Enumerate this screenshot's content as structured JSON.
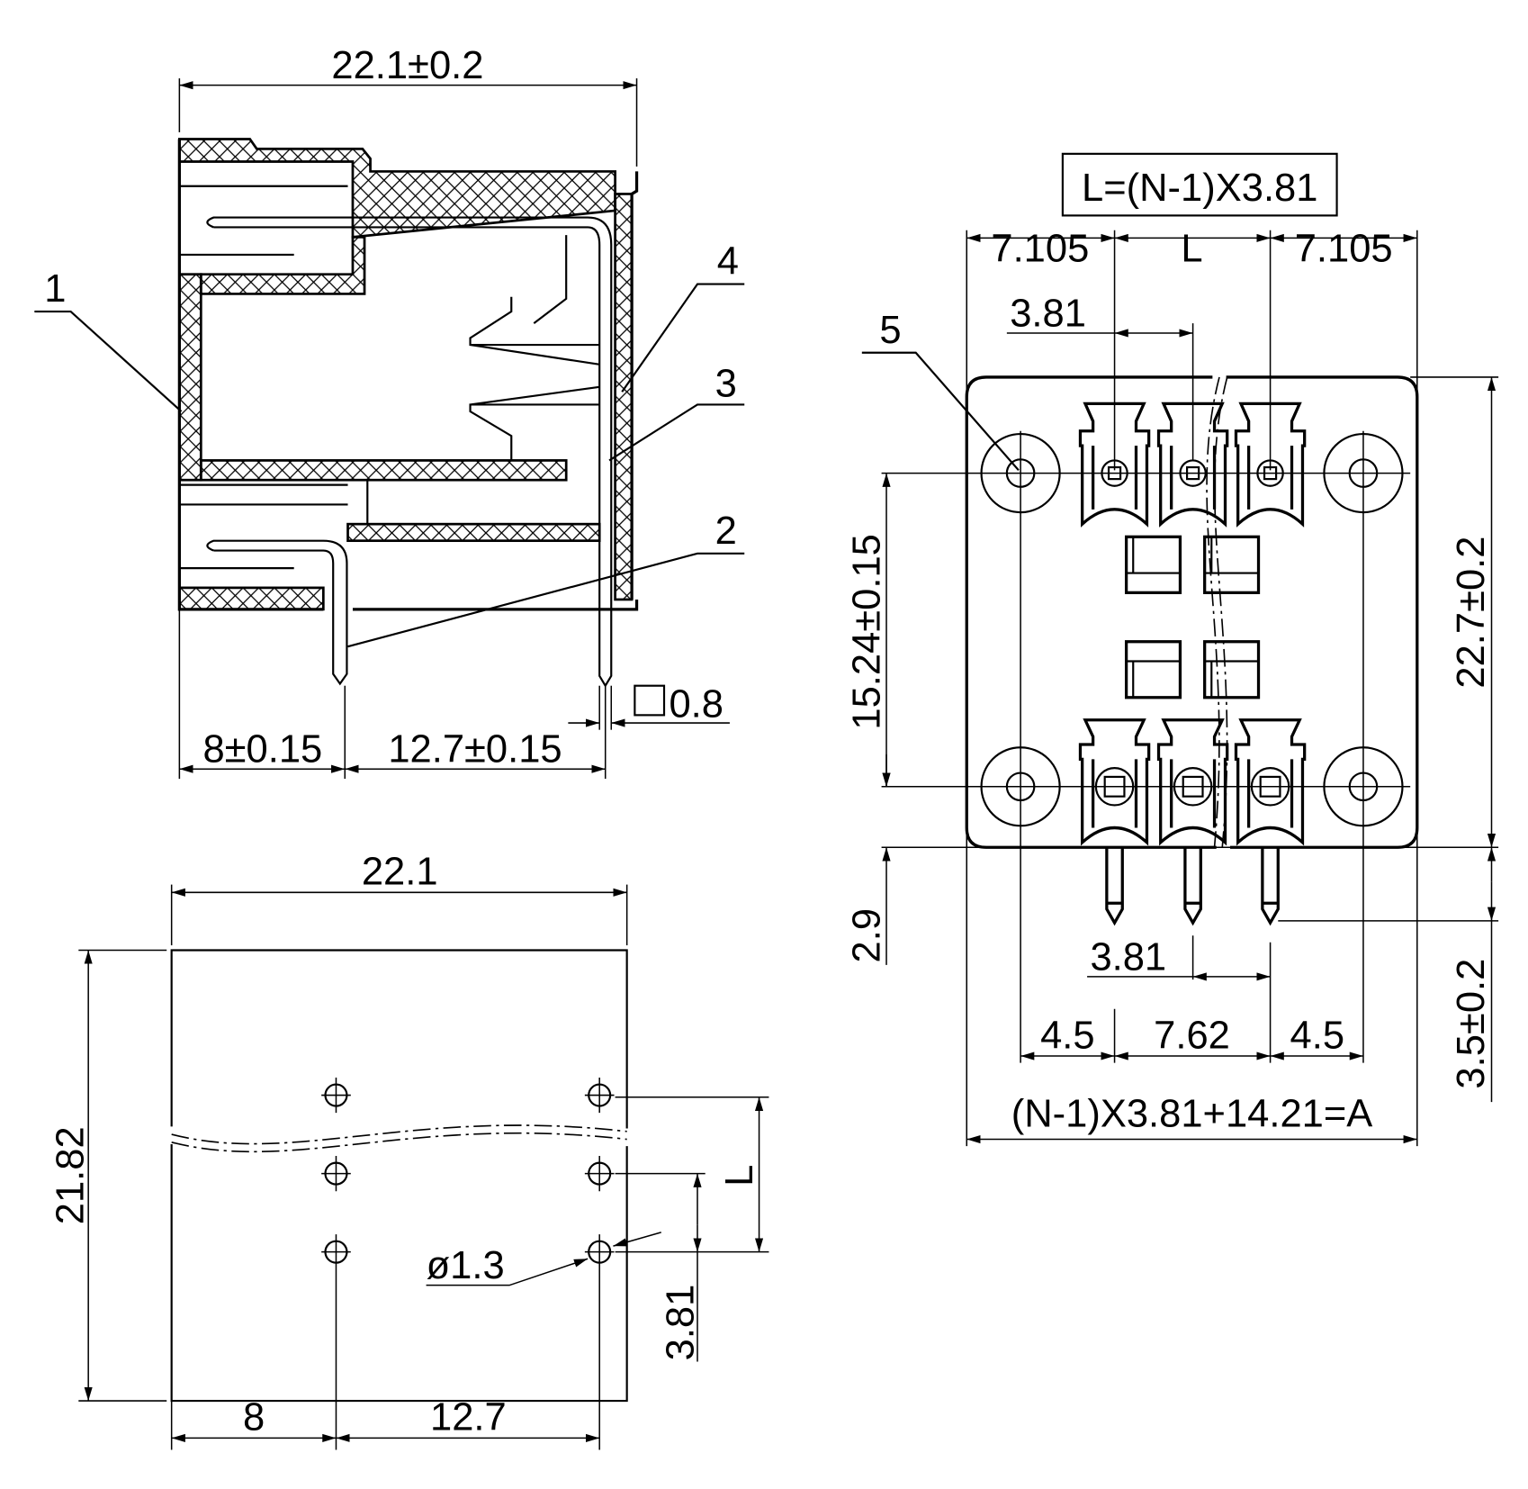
{
  "side_view": {
    "overall_width": "22.1±0.2",
    "callouts": [
      "1",
      "2",
      "3",
      "4"
    ],
    "pitch_left": "8±0.15",
    "pitch_right": "12.7±0.15",
    "pin_square": "0.8"
  },
  "pcb_layout": {
    "overall_width": "22.1",
    "overall_height": "21.82",
    "pitch_left": "8",
    "pitch_right": "12.7",
    "hole_diameter": "ø1.3",
    "row_length": "L",
    "pitch": "3.81"
  },
  "front_view": {
    "formula_box": "L=(N-1)X3.81",
    "left_margin": "7.105",
    "length": "L",
    "right_margin": "7.105",
    "pitch_top": "3.81",
    "callout": "5",
    "row_spacing": "15.24±0.15",
    "height": "22.7±0.2",
    "bottom_offset": "2.9",
    "pin_length": "3.5±0.2",
    "pitch_bottom": "3.81",
    "margin_left_bottom": "4.5",
    "center_span": "7.62",
    "margin_right_bottom": "4.5",
    "total_formula": "(N-1)X3.81+14.21=A"
  }
}
